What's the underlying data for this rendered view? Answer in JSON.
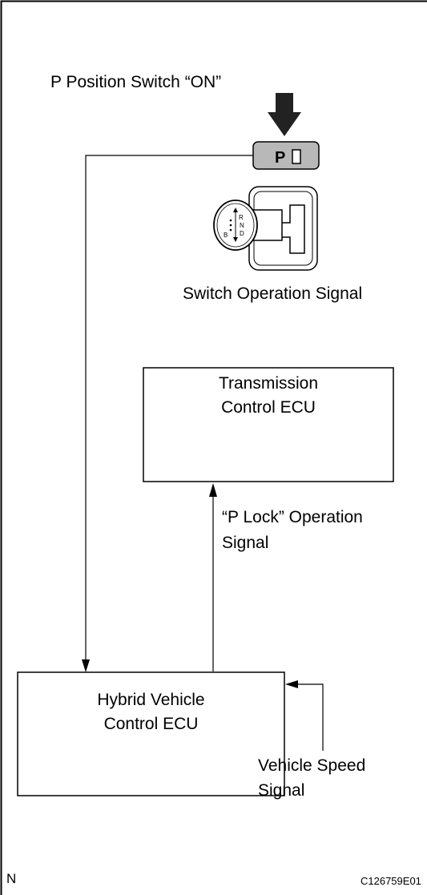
{
  "labels": {
    "p_switch": "P Position Switch “ON”",
    "switch_signal": "Switch Operation Signal",
    "tcu_line1": "Transmission",
    "tcu_line2": "Control ECU",
    "plock_line1": "“P Lock” Operation",
    "plock_line2": "Signal",
    "hv_line1": "Hybrid Vehicle",
    "hv_line2": "Control ECU",
    "speed_line1": "Vehicle Speed",
    "speed_line2": "Signal",
    "corner_n": "N",
    "figure_code": "C126759E01"
  },
  "shifter": {
    "button_letter": "P",
    "knob_r": "R",
    "knob_n": "N",
    "knob_d": "D",
    "knob_b": "B"
  }
}
